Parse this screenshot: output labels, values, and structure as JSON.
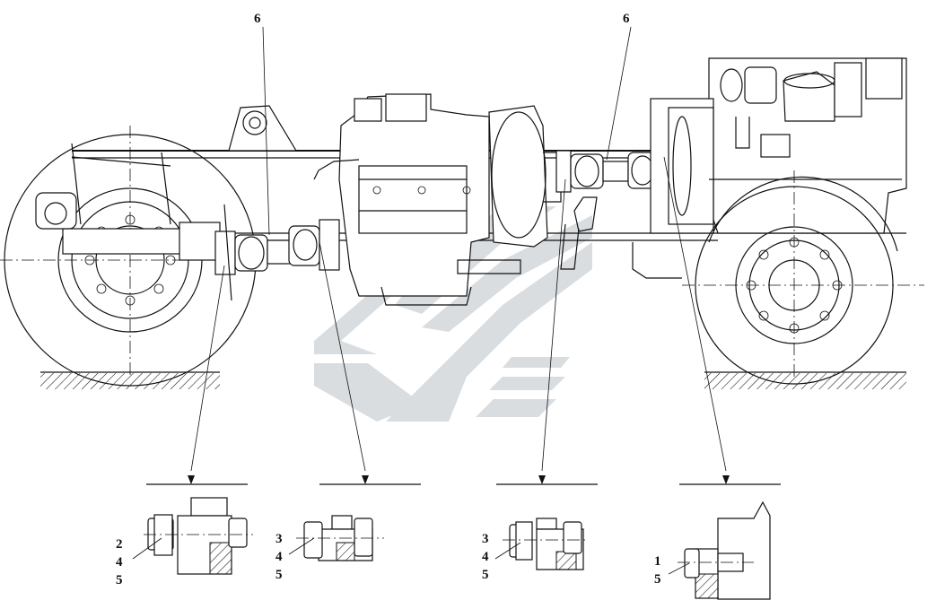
{
  "diagram": {
    "callouts": {
      "top_left": "6",
      "top_right": "6"
    },
    "details": [
      {
        "labels": [
          "2",
          "4",
          "5"
        ]
      },
      {
        "labels": [
          "3",
          "4",
          "5"
        ]
      },
      {
        "labels": [
          "3",
          "4",
          "5"
        ]
      },
      {
        "labels": [
          "1",
          "5"
        ]
      }
    ],
    "colors": {
      "line": "#111111",
      "watermark": "#d9dde0"
    }
  }
}
